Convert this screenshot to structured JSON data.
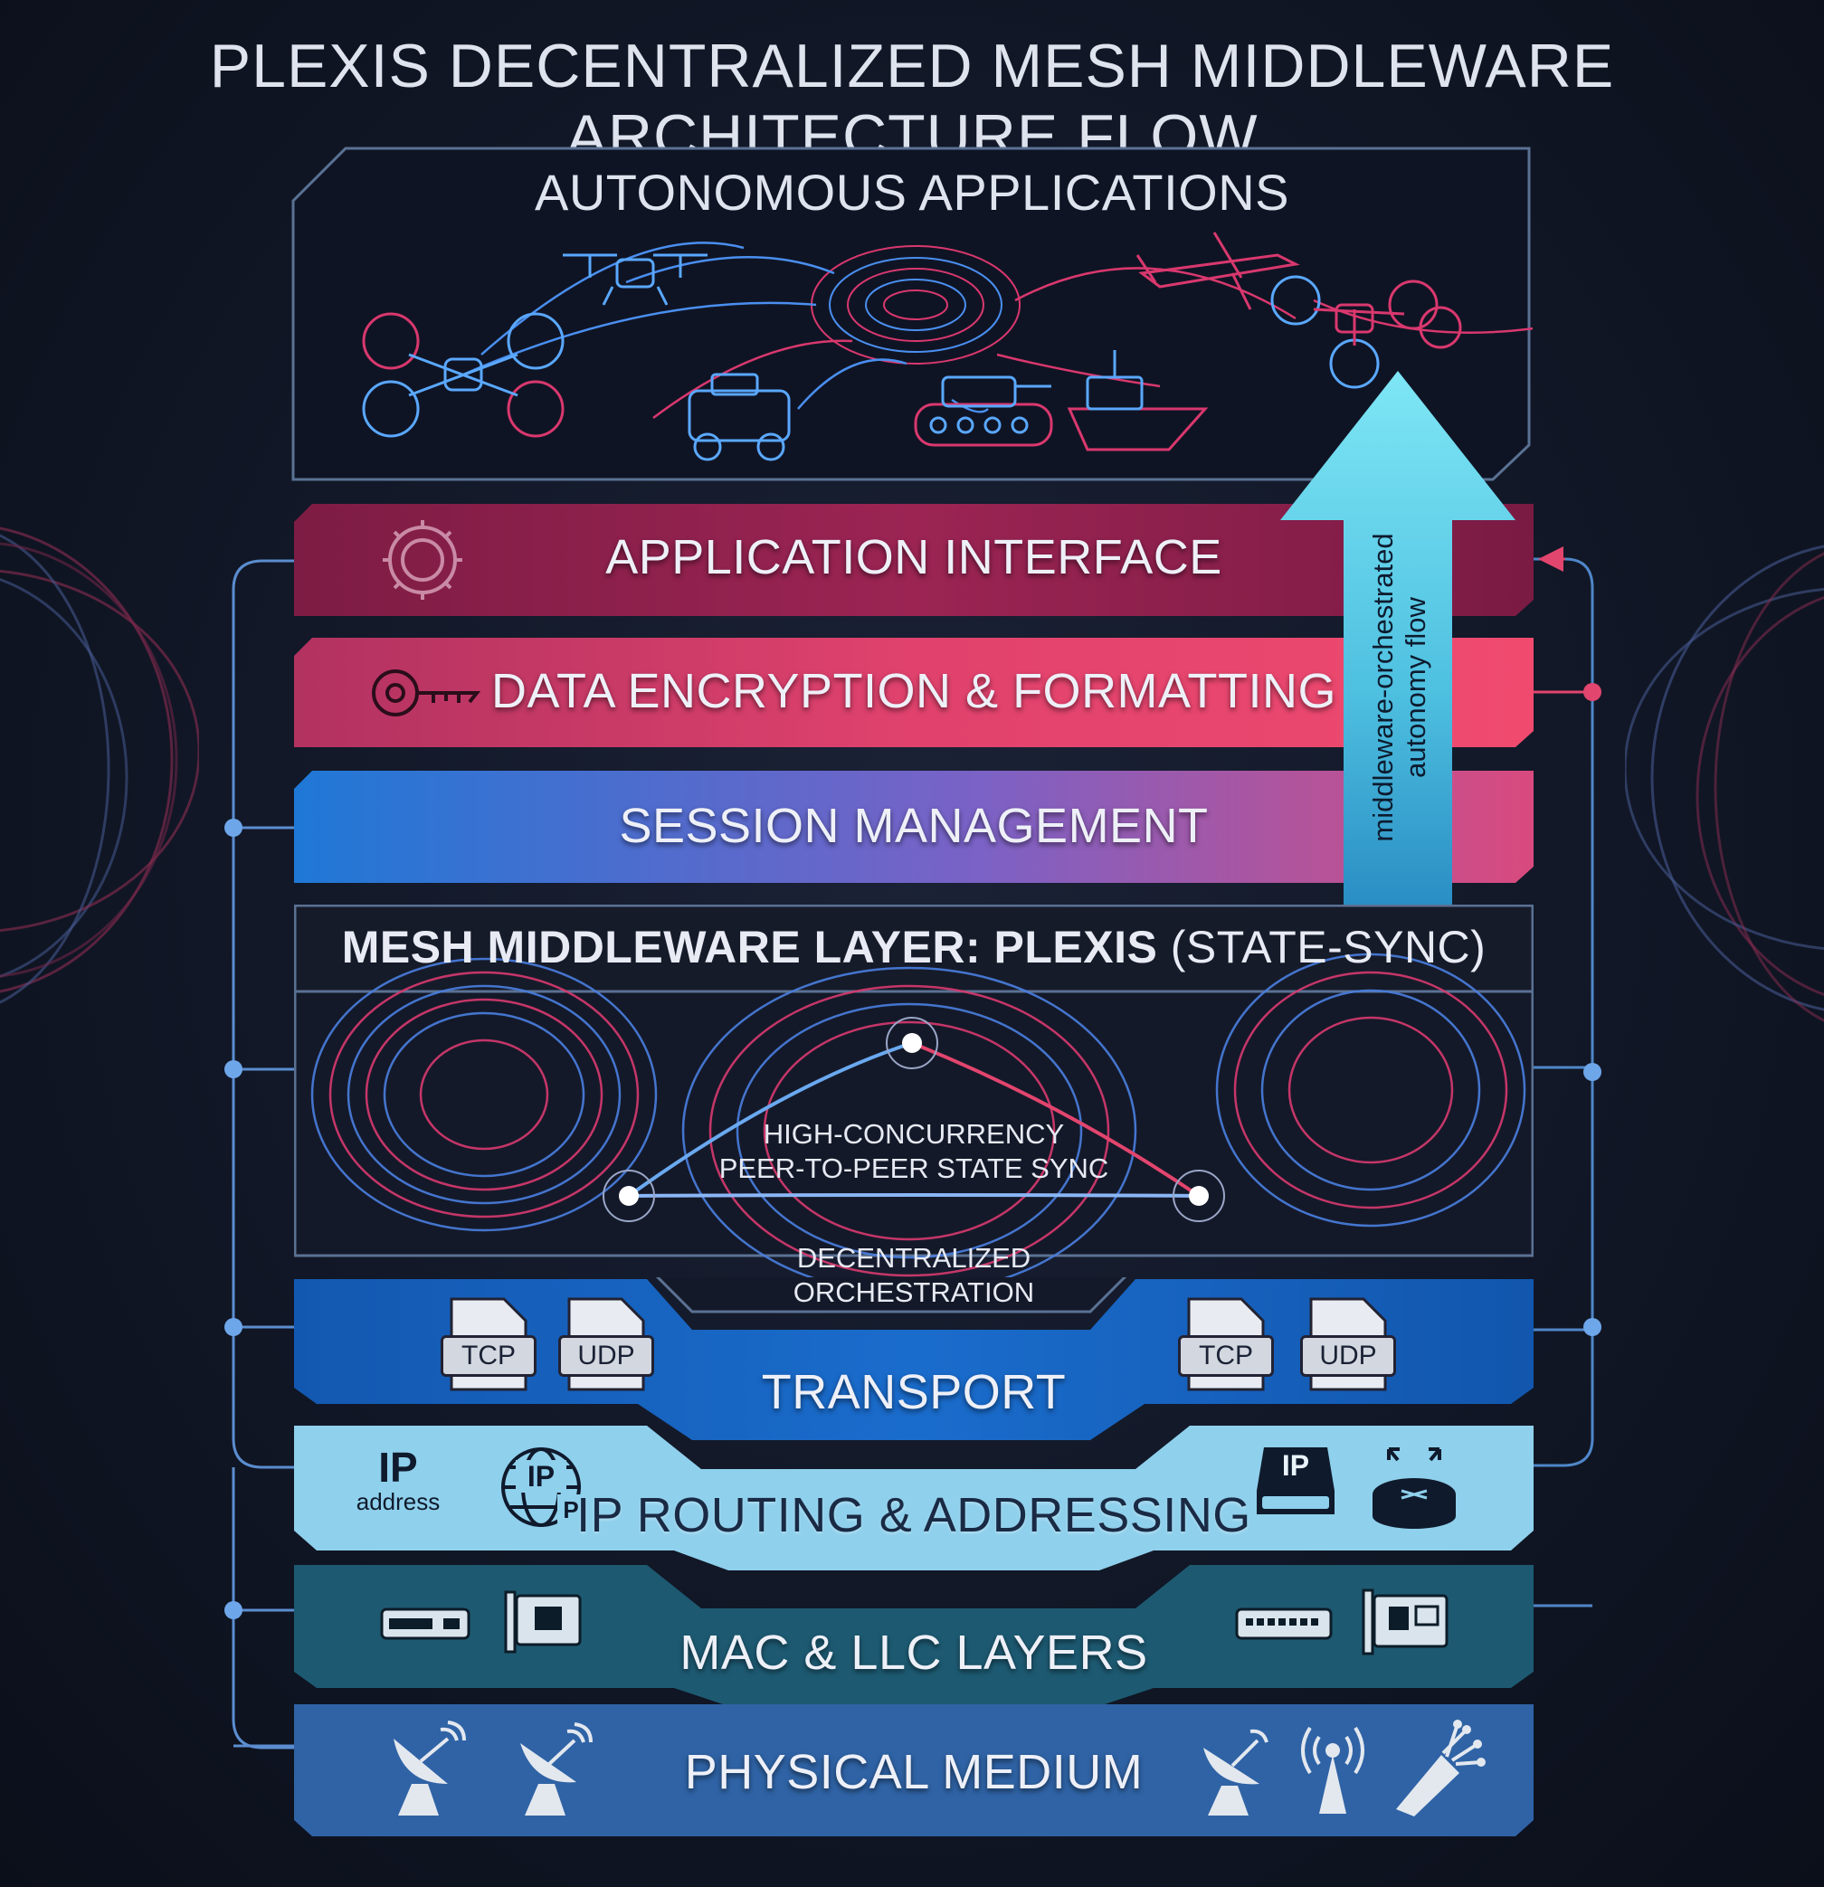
{
  "title": "PLEXIS DECENTRALIZED MESH MIDDLEWARE ARCHITECTURE FLOW",
  "apps": {
    "title": "AUTONOMOUS APPLICATIONS"
  },
  "layers": {
    "application": "APPLICATION INTERFACE",
    "encryption": "DATA ENCRYPTION & FORMATTING",
    "session": "SESSION MANAGEMENT",
    "transport": "TRANSPORT",
    "routing": "IP ROUTING & ADDRESSING",
    "mac": "MAC & LLC LAYERS",
    "physical": "PHYSICAL MEDIUM"
  },
  "middleware": {
    "title_bold": "MESH MIDDLEWARE LAYER: PLEXIS",
    "title_light": "(STATE-SYNC)",
    "sync_line1": "HIGH-CONCURRENCY",
    "sync_line2": "PEER-TO-PEER STATE SYNC",
    "orch_line1": "DECENTRALIZED",
    "orch_line2": "ORCHESTRATION"
  },
  "arrow": {
    "line1": "middleware-orchestrated",
    "line2": "autonomy flow"
  },
  "transport_tags": {
    "tcp": "TCP",
    "udp": "UDP"
  },
  "routing_tags": {
    "ip": "IP",
    "ip_address": "address",
    "globe_ip": "IP",
    "globe_p": "P",
    "drive_ip": "IP"
  },
  "colors": {
    "application": "#8c1f4b",
    "encryption": "#e2456e",
    "session": "#2a7ad8",
    "transport": "#1565c0",
    "routing": "#8fd2ee",
    "mac": "#1d5a72",
    "physical": "#2f63a5",
    "arrow": "#5fd3ea"
  }
}
